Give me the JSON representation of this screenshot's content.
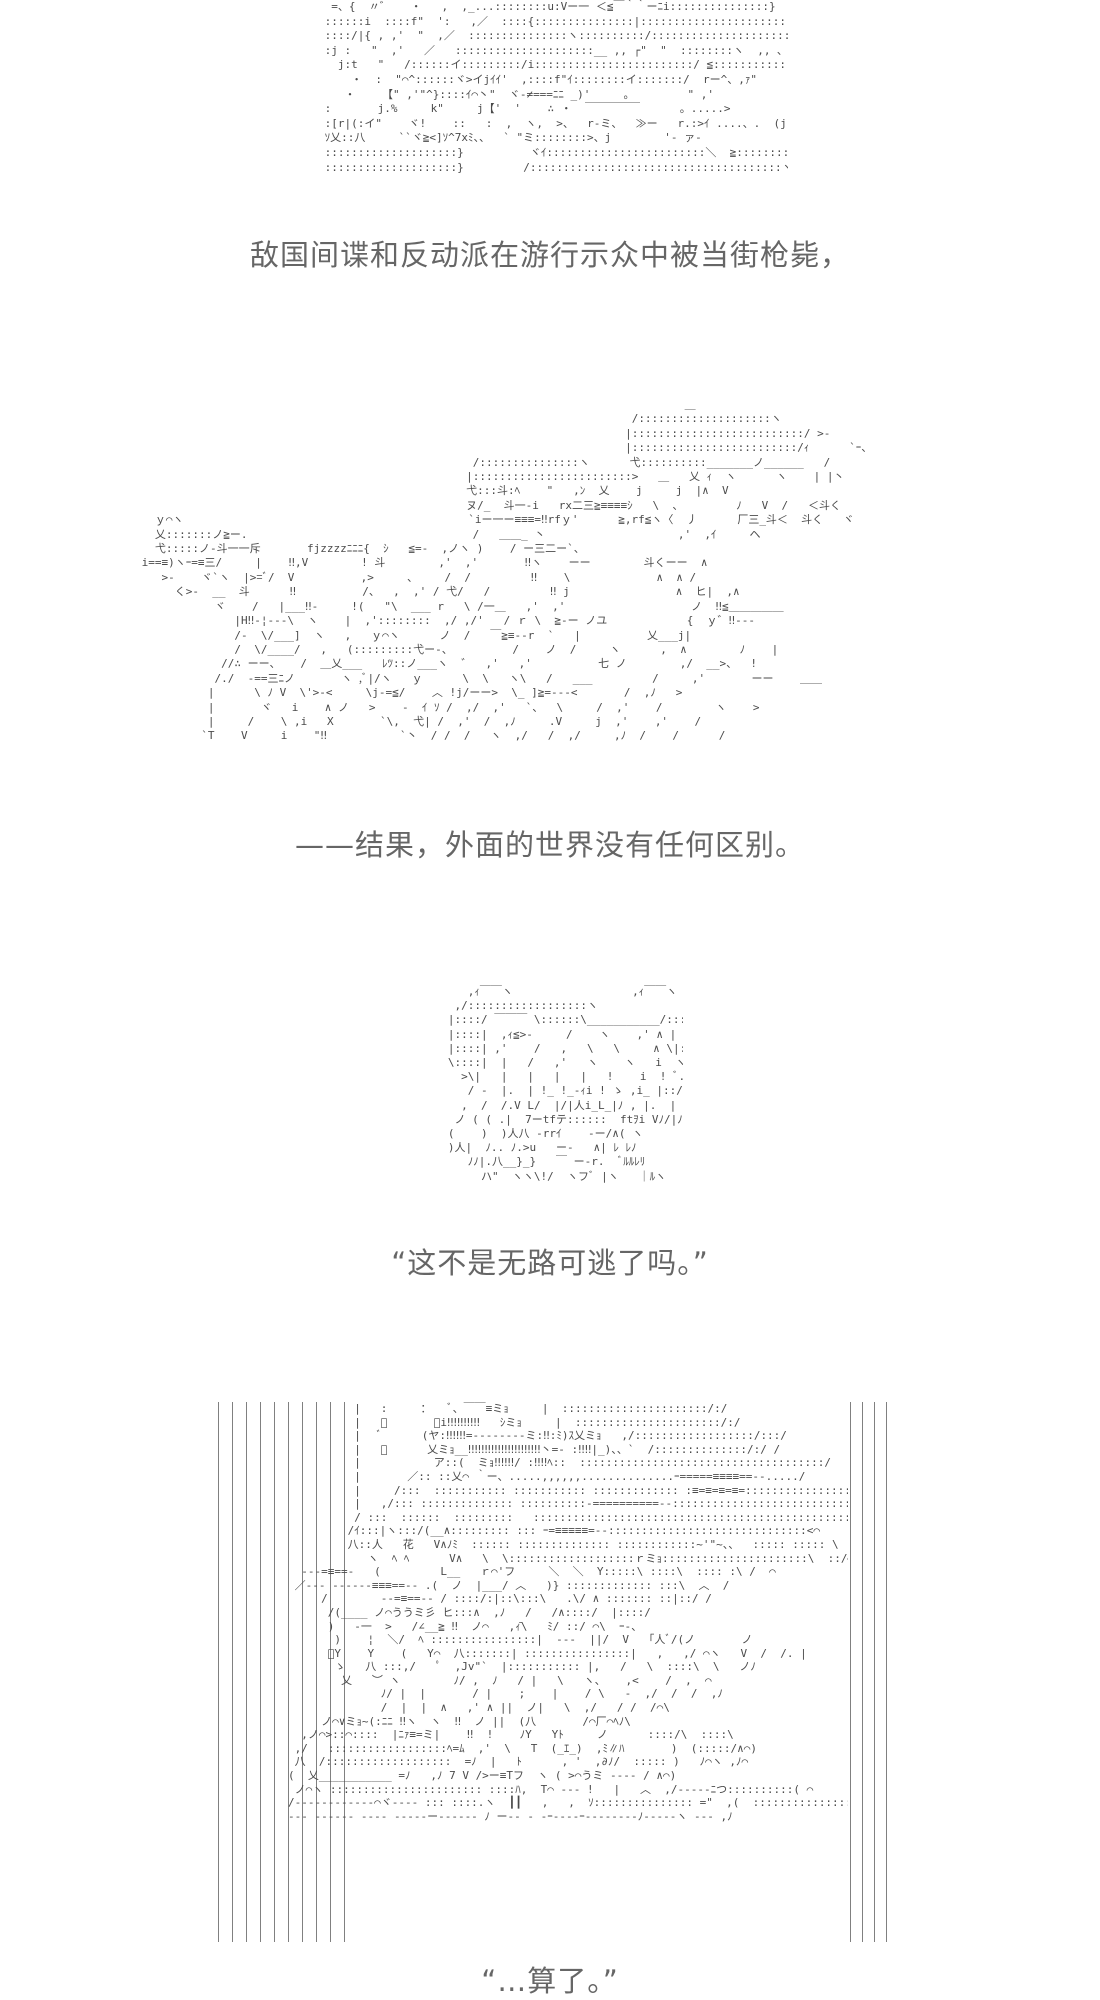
{
  "panels": [
    {
      "art": "  =、{  〃゛   ・   ,  ,_...::::::::u:Vー一 ＜≦￣｀｀ーﾆi:::::::::::::::}\n ::::::i  ::::f\"  ':   ,／  ::::{:::::::::::::::|::::::::::::::::::::::::::::::/{::::::::`丶::::::::::::::::/\n ::::/|{ , ,'  \"  ,／  :::::::::::::::ヽ::::::::::/::::::::::::::::::::::::::::::(::-ｨ>ー,  :f:i:|:|:ｼ≡=-\"フーｧ、 ,  /  ,イ\n :j :   \"  ,'   ／   :::::::::::::::::::::__ ,, ┌\"  \"  ::::::::ヽ  ,, ､   \"i{::::::::U::  {  〆ﾞ,／\n   j:t   \"   /::::::イ:::::::::/i::::::::::::::::::::::::/ ≦::::::::::::::::::::::::::::::::/::::::∧::::::::/ V\"   ~~ ,'\n     ・  :  \"⌒^::::::ヾ>イjｲｲ'  ,::::f\"ｲ::::::::イ:::::::/  rー^、,ｧ\"          ゛ 、\n    ・    【\" ,'\"^}::::ｲ⌒丶\"  ヾ-≠===ﾆﾆ _)'     。        \" ,'\n :       j.%     k\"     j【'  '    ∴ ・  ￣￣￣￣￣      。.....>\n :[r|(:イ\"    ヾ!    ::   :  ,  ヽ,  >、  r-ミ、  ≫ー   r.:>ｲ ....、.  (j  c\n ｿ乂::八     ``ヾ≧<]ｿ^7xﾐ、、  ` \"ミ::::::::>、j        '- ァ-\n ::::::::::::::::::::}          ヾｲ::::::::::::::::::::::::＼  ≧:::::::::::::::ｿ         x=、     ヾｲ\n ::::::::::::::::::::}         /::::::::::::::::::::::::::::::::::::::ヽ|::::::::::::::::::⌒フ       ﾝｲ",
      "caption": "敌国间谍和反动派在游行示众中被当街枪毙，"
    },
    {
      "art": "                                                                                   ＿\n                                                                           /::::::::::::::::::::ヽ\n                                                                          |::::::::::::::::::::::::::/ >-   \n                                                                          |:::::::::::::::::::::::::/ｨ      `ｰ、\n                                                   /:::::::::::::::ヽ      弋::::::::::_______ノ______   /\n                                                  |::::::::::::::::::::::::>   ＿   乂 ｨ  ヽ      ヽ    | |丶\n                                                  弋:::斗:ﾍ    \"   ,ﾝ  乂    j     j  |∧  V\n                                                  ヌ/_  斗一-i   rx二三≧≡≡≡≡ｼ   \\  、        ﾉ   V  /   ＜斗く\n   ｙ⌒ヽ                                           `iー一ー≡≡≡=‼rfｙ'      ≧,rf≦ヽ〈  丿      厂三_斗＜  斗く   ヾ\n   乂:::::::ノ≧ー.                                  /   ＿＿_ 丶                    ,'  ,ｲ     ヘ\n   弋:::::ノ-斗一一斥       fjzzzzﾆﾆﾆ{  ｼ   ≦=-  ,ノヽ )    / ー三二ー`、\n i==≡)ヽｰ=≡三/     |    ‼,V        ! 斗        ,'  ,'       ‼ヽ    ーー        斗くーー  ∧      \n    >-    ヾ`ヽ  |>=ﾞ/  V          ,>     、    /  /         ‼    \\             ∧  ∧ /     \n      く>-  __  斗      ‼          /、  ,  ,' / 弋/   /         ‼ j                ∧  ヒ|  ,∧\n            ヾ    /   |___‼-     !(   \"\\  ___ r   \\ /一＿   ,'  ,'                   ノ  ‼≦＿＿＿＿＿\n               |H‼-¦---\\  ヽ    |  ,'::::::::  ,/ ,/'   / ｒ \\  ≧-ー ノユ            {  ｙ゛‼---\n               /‐  \\/___]  ヽ   ,   ｙ⌒ヽ      ノ  /   ￣≧≡--r  `   |          乂___j|\n               /  \\/____/   ,   (:::::::::弋ー-、         /    ノ  /     ヽ      ,  ∧        ﾉ    |\n             //∴ ーー、   /  ＿乂___   ﾚﾂ::ノ___ヽ  ゛  ,'   ,'          七 ノ        ,/  __>、  !\n            /./  -==三ﾆノ       ヽ ,ﾞ|/ヽ   ｙ      \\  \\   ヽ\\   /   ___         /     ,'       ーー    ＿＿\n           |      \\ ﾉ V  \\'>-<     \\j-=≦/    ︿ !j/ーー>  \\_ ]≧=---<       /  ,ﾉ   >\n           |       ヾ   i    ∧ ノ   >    -  ｲ ｿ /  ,/  ,'   `、  \\     /  ,'    /        ヽ    > \n           |     /    \\ ,i   X       `\\,  弋| /  ,'  /  ,ﾉ     .V     j  ,'    ,'    /\n          `T    V     i    \"‼           `丶  / /  /   ヽ  ,/   /  ,/     ,ﾉ  /    /      /",
      "caption": "——结果，外面的世界没有任何区别。"
    },
    {
      "art": "      ,ｨ￣￣ヽ                  ,ｨ￣￣ヽ\n    ,/::::::::::::::::::ヽ               /::::::::::::::::::\\\n   |::::/ ￣￣￣ \\::::::\\___________/::::::/￣￣\\::|\n   |::::|  ,ｨ≦>-     /    ヽ    ,' ∧ |  |::::::|\n   |::::| ,'    /   ,   \\   \\     ∧ \\|::::::|\n   \\::::|  |   /   ,'   ヽ    ヽ   i  ヽ::/\n     >\\|   |   |   |   |   !    i  ! ﾞ.::/\n      / ‐  |.  | !_ !_-ｨi ! ゝ ,i_ |::/\n     ,  /  /.V L/  |/|人i_L_|ﾉ , |.  |\n    ノ ( ( .|  7ーtfテ::::::  ftｦi Vﾉ/|ﾉ\n   (    )  )人八 -rrｲ    -ー/∧( ヽ\n   )人|  ﾉ.. ﾉ.>u   ー-   ∧| ﾚ ﾚﾉ\n      ﾉﾉ|.八__}_}   ￣ ー-r.  ﾞﾙﾙﾚﾘ\n        ハ\"  ヽヽ\\!/  ヽフﾞ |ヽ   ｜ﾙヽ",
      "caption": "“这不是无路可逃了吗。”"
    },
    {
      "art": "          |   :     ：   ﾞ、￣￣≡ミｮ     |  ::::::::::::::::::::::/:/\n          |   ﾞ       ﾞi‼‼‼‼‼   ｼミｮ     |  ::::::::::::::::::::::/:/\n          |   ﾞ      (ヤ:‼‼‼=--------ミ:‼:ﾐ)ｽ乂ミｮ   ,/::::::::::::::::::/:::/\n          |   ﾞ      乂ミｮ__‼‼‼‼‼‼‼‼‼‼‼丶=‐ :‼‼|_)、、`  /::::::::::::::/:/ /\n          |           ア::(  ミｮ‼‼‼/ :‼‼ﾍ::  :::::::::::::::::::::::::::::::::::::/\n          |       ／:: ::乂⌒ ｀ー、.....,,,,,,..............ｰ=====≡≡≡≡==--...../\n          |     /:::  ::::::::::: ::::::::::: ::::::::::::: :≡=≡=≡=≡=::::::::::::::::/\n          |   ,/::: :::::::::::::: ::::::::::-==========--:::::::::::::::::::::::::::::}\n          / :::  ::::::  :::::::::   ::::::::::::::::::::::::::::::::::::::::::::::::::::,ノ\n         /ｲ:::|ヽ:::/(__∧::::::::: ::: ｰ=≡≡≡≡≡=--::::::::::::::::::::::::::::::<⌒\n         八::人   花   V∧ﾉﾐ  :::::: :::::::::::::: ::::::::::::~'\"~、、  ::::: ::::: \\\n            ヽ  ﾍ ﾍ      V∧   \\  \\:::::::::::::::::::ｒミｮ::::::::::::::::::::::\\  ::/⌒\\\n  ---=≡==-   (         L__   ｒ⌒'フ     ＼  ＼  Y:::::\\ ::::\\  :::: :\\ /  ⌒\n ／--- ------≡≡≡==-- .(  ノ  |___/ ︿   )} ::::::::::::: :::\\  ︿  /\n     /        --=≡==-- / ::::/:|::\\:::\\   .\\/ ∧ ::::::: ::|::/ /\n      /(____ ノ⌒ううミ彡 ヒ:::∧  ,ﾉ   /   /∧::::/  |::::/\n      )   -一  >   /∠__≧ ‼  ノ⌒   ,ｨ̄\\   ﾐ/ ::/ ⌒\\  ｰ‐、\n       )    ¦  ＼/  ﾍ ::::::::::::::::|  ---  ||/  V   ｢人ﾞ/(ノ       ノ\n      ﾞY    Y    (   Y⌒  八:::::::| ::::::::::::::::|   ,   ,/ ⌒ヽ   V  /  /. |\n       ゝ   八 :::,/   ﾟ  ,Jv\"`  |::::::::::: |,   /   \\  ::::\\  \\   ノﾉ\n        乂   ︶ ヽ        ﾉ/ ,  ﾉ   / |   \\   ヽ、   ,<    /  ,  ⌒\n              ﾉ/ |  |       / |    ;    |    / \\   ‐  ,/  /  /  ,ﾉ\n              /  |  |  ∧   ,' ∧ ||  ノ|   \\  ,/   / /  /⌒\\\n     ノ⌒∨ミｮ~(:ﾆﾆ ‼ヽ  ヽ  ‼  ノ ||  (八       /⌒厂⌒ﾍﾉ\\\n  ,ノ⌒>::⌒::::  |ﾆｧ≡=ミ|    ‼  !    ﾉY   Yﾄ     ノ      ::::/\\  ::::\\\n ,/   ::::::::::::::::::ﾍ=ﾑ  ,'  \\   T  (_ｴ_)  ,ﾐ∥ﾊ       )  (:::::/∧⌒)\n 八  /:::::::::::::::::::  =ﾉ  |   ﾄ      , '  ,∂ﾉ/  ::::: )   ﾉ⌒ヽ ,ﾉ⌒\n(  乂___________ =ﾉ   ,ﾉ 7 V />ー≡Tフ  ヽ ( >⌒うミ ---- / ∧⌒)\n ノ⌒ヽ ::::::::::::::::::::::: ::::ﾊ,  T⌒ --- !   |   ︿  ,/-----ﾆつ::::::::::( ⌒\n/------------⌒ヾ---- ::: ::::.ヽ  ┃┃   ,   ,  ｿ::::::::::::::: =\"  ,(  ::::::::::::::::\\\n--- ------ ---- -----ー------ ﾉ ー-- - -ｰ----ｰ--------ﾉ-----ヽ --- ,ﾉ",
      "caption": "“…算了。”"
    }
  ]
}
